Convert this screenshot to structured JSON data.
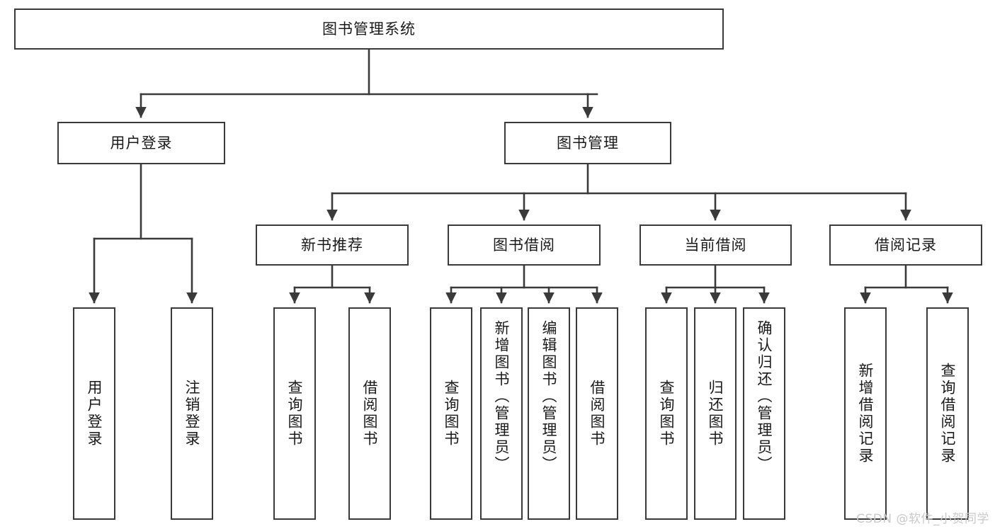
{
  "diagram": {
    "type": "tree",
    "title": "图书管理系统",
    "stroke_color": "#3a3a3a",
    "fill_color": "#ffffff",
    "text_color": "#1a1a1a"
  },
  "nodes": {
    "root": {
      "label": "图书管理系统"
    },
    "level2": [
      {
        "label": "用户登录"
      },
      {
        "label": "图书管理"
      }
    ],
    "level3": [
      {
        "label": "新书推荐"
      },
      {
        "label": "图书借阅"
      },
      {
        "label": "当前借阅"
      },
      {
        "label": "借阅记录"
      }
    ],
    "leaves": {
      "user_login": [
        {
          "label": "用户登录"
        },
        {
          "label": "注销登录"
        }
      ],
      "new_book": [
        {
          "label": "查询图书"
        },
        {
          "label": "借阅图书"
        }
      ],
      "book_borrow": [
        {
          "label": "查询图书"
        },
        {
          "label": "新增图书（管理员）"
        },
        {
          "label": "编辑图书（管理员）"
        },
        {
          "label": "借阅图书"
        }
      ],
      "current_borrow": [
        {
          "label": "查询图书"
        },
        {
          "label": "归还图书"
        },
        {
          "label": "确认归还（管理员）"
        }
      ],
      "borrow_record": [
        {
          "label": "新增借阅记录"
        },
        {
          "label": "查询借阅记录"
        }
      ]
    }
  },
  "watermark": {
    "text": "CSDN @软件_小贺同学"
  }
}
